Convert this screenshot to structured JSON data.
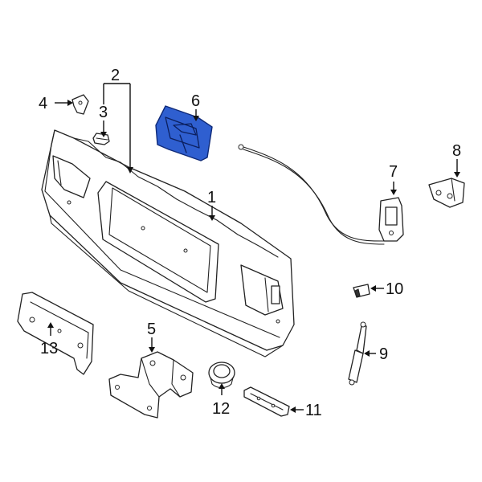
{
  "diagram": {
    "callouts": {
      "c1": "1",
      "c2": "2",
      "c3": "3",
      "c4": "4",
      "c5": "5",
      "c6": "6",
      "c7": "7",
      "c8": "8",
      "c9": "9",
      "c10": "10",
      "c11": "11",
      "c12": "12",
      "c13": "13"
    },
    "highlight_color": "#2f5fd0",
    "line_color": "#222222",
    "highlighted_part": "c6"
  }
}
